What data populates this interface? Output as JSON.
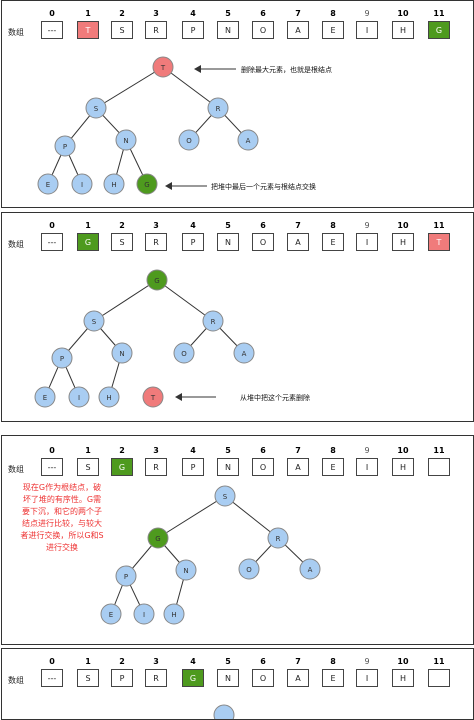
{
  "array_label": "数组",
  "indices": [
    "0",
    "1",
    "2",
    "3",
    "4",
    "5",
    "6",
    "7",
    "8",
    "9",
    "10",
    "11"
  ],
  "panels": [
    {
      "cells": [
        "---",
        "T",
        "S",
        "R",
        "P",
        "N",
        "O",
        "A",
        "E",
        "I",
        "H",
        "G"
      ],
      "cell_styles": [
        "",
        "red",
        "",
        "",
        "",
        "",
        "",
        "",
        "",
        "",
        "",
        "green"
      ],
      "annotations": [
        "删除最大元素，也就是根结点",
        "把堆中最后一个元素与根结点交换"
      ],
      "nodes": {
        "root": "T",
        "l": "S",
        "r": "R",
        "ll": "P",
        "lr": "N",
        "rl": "O",
        "rr": "A",
        "lll": "E",
        "llr": "I",
        "lrl": "H",
        "lrr": "G"
      }
    },
    {
      "cells": [
        "---",
        "G",
        "S",
        "R",
        "P",
        "N",
        "O",
        "A",
        "E",
        "I",
        "H",
        "T"
      ],
      "cell_styles": [
        "",
        "green",
        "",
        "",
        "",
        "",
        "",
        "",
        "",
        "",
        "",
        "red"
      ],
      "annotations": [
        "从堆中把这个元素删除"
      ],
      "nodes": {
        "root": "G",
        "l": "S",
        "r": "R",
        "ll": "P",
        "lr": "N",
        "rl": "O",
        "rr": "A",
        "lll": "E",
        "llr": "I",
        "lrl": "H",
        "removed": "T"
      }
    },
    {
      "cells": [
        "---",
        "S",
        "G",
        "R",
        "P",
        "N",
        "O",
        "A",
        "E",
        "I",
        "H",
        ""
      ],
      "cell_styles": [
        "",
        "",
        "green",
        "",
        "",
        "",
        "",
        "",
        "",
        "",
        "",
        ""
      ],
      "note": [
        "现在G作为根结点，破",
        "坏了堆的有序性。G需",
        "要下沉，和它的两个子",
        "结点进行比较，与较大",
        "者进行交换，所以G和S",
        "进行交换"
      ],
      "nodes": {
        "root": "S",
        "l": "G",
        "r": "R",
        "ll": "P",
        "lr": "N",
        "rl": "O",
        "rr": "A",
        "lll": "E",
        "llr": "I",
        "lrl": "H"
      }
    },
    {
      "cells": [
        "---",
        "S",
        "P",
        "R",
        "G",
        "N",
        "O",
        "A",
        "E",
        "I",
        "H",
        ""
      ],
      "cell_styles": [
        "",
        "",
        "",
        "",
        "green",
        "",
        "",
        "",
        "",
        "",
        "",
        ""
      ]
    }
  ],
  "colors": {
    "blue": "#a9cdf2",
    "red": "#f07b7b",
    "green": "#4e9a1e"
  }
}
